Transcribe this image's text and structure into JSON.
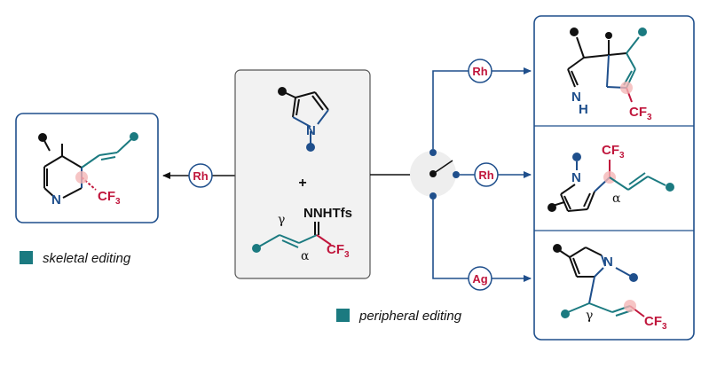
{
  "colors": {
    "blue": "#1f4f8c",
    "teal": "#1b7a80",
    "crimson": "#c0163c",
    "black": "#111111",
    "grey_box": "#f2f2f2",
    "pink": "#f4b6b6"
  },
  "catalysts": {
    "left": "Rh",
    "top": "Rh",
    "middle": "Rh",
    "bottom": "Ag"
  },
  "reagents": {
    "plus": "+",
    "hydrazone": "NNHTfs",
    "cf3": "CF",
    "cf3_sub": "3",
    "gamma": "γ",
    "alpha": "α"
  },
  "left_product": {
    "n": "N",
    "cf3": "CF",
    "cf3_sub": "3"
  },
  "top_product": {
    "nh_n": "N",
    "nh_h": "H",
    "cf3": "CF",
    "cf3_sub": "3"
  },
  "middle_product": {
    "n": "N",
    "cf3": "CF",
    "cf3_sub": "3",
    "alpha": "α"
  },
  "bottom_product": {
    "n": "N",
    "cf3": "CF",
    "cf3_sub": "3",
    "gamma": "γ"
  },
  "legend": {
    "skeletal": "skeletal editing",
    "peripheral": "peripheral editing"
  }
}
